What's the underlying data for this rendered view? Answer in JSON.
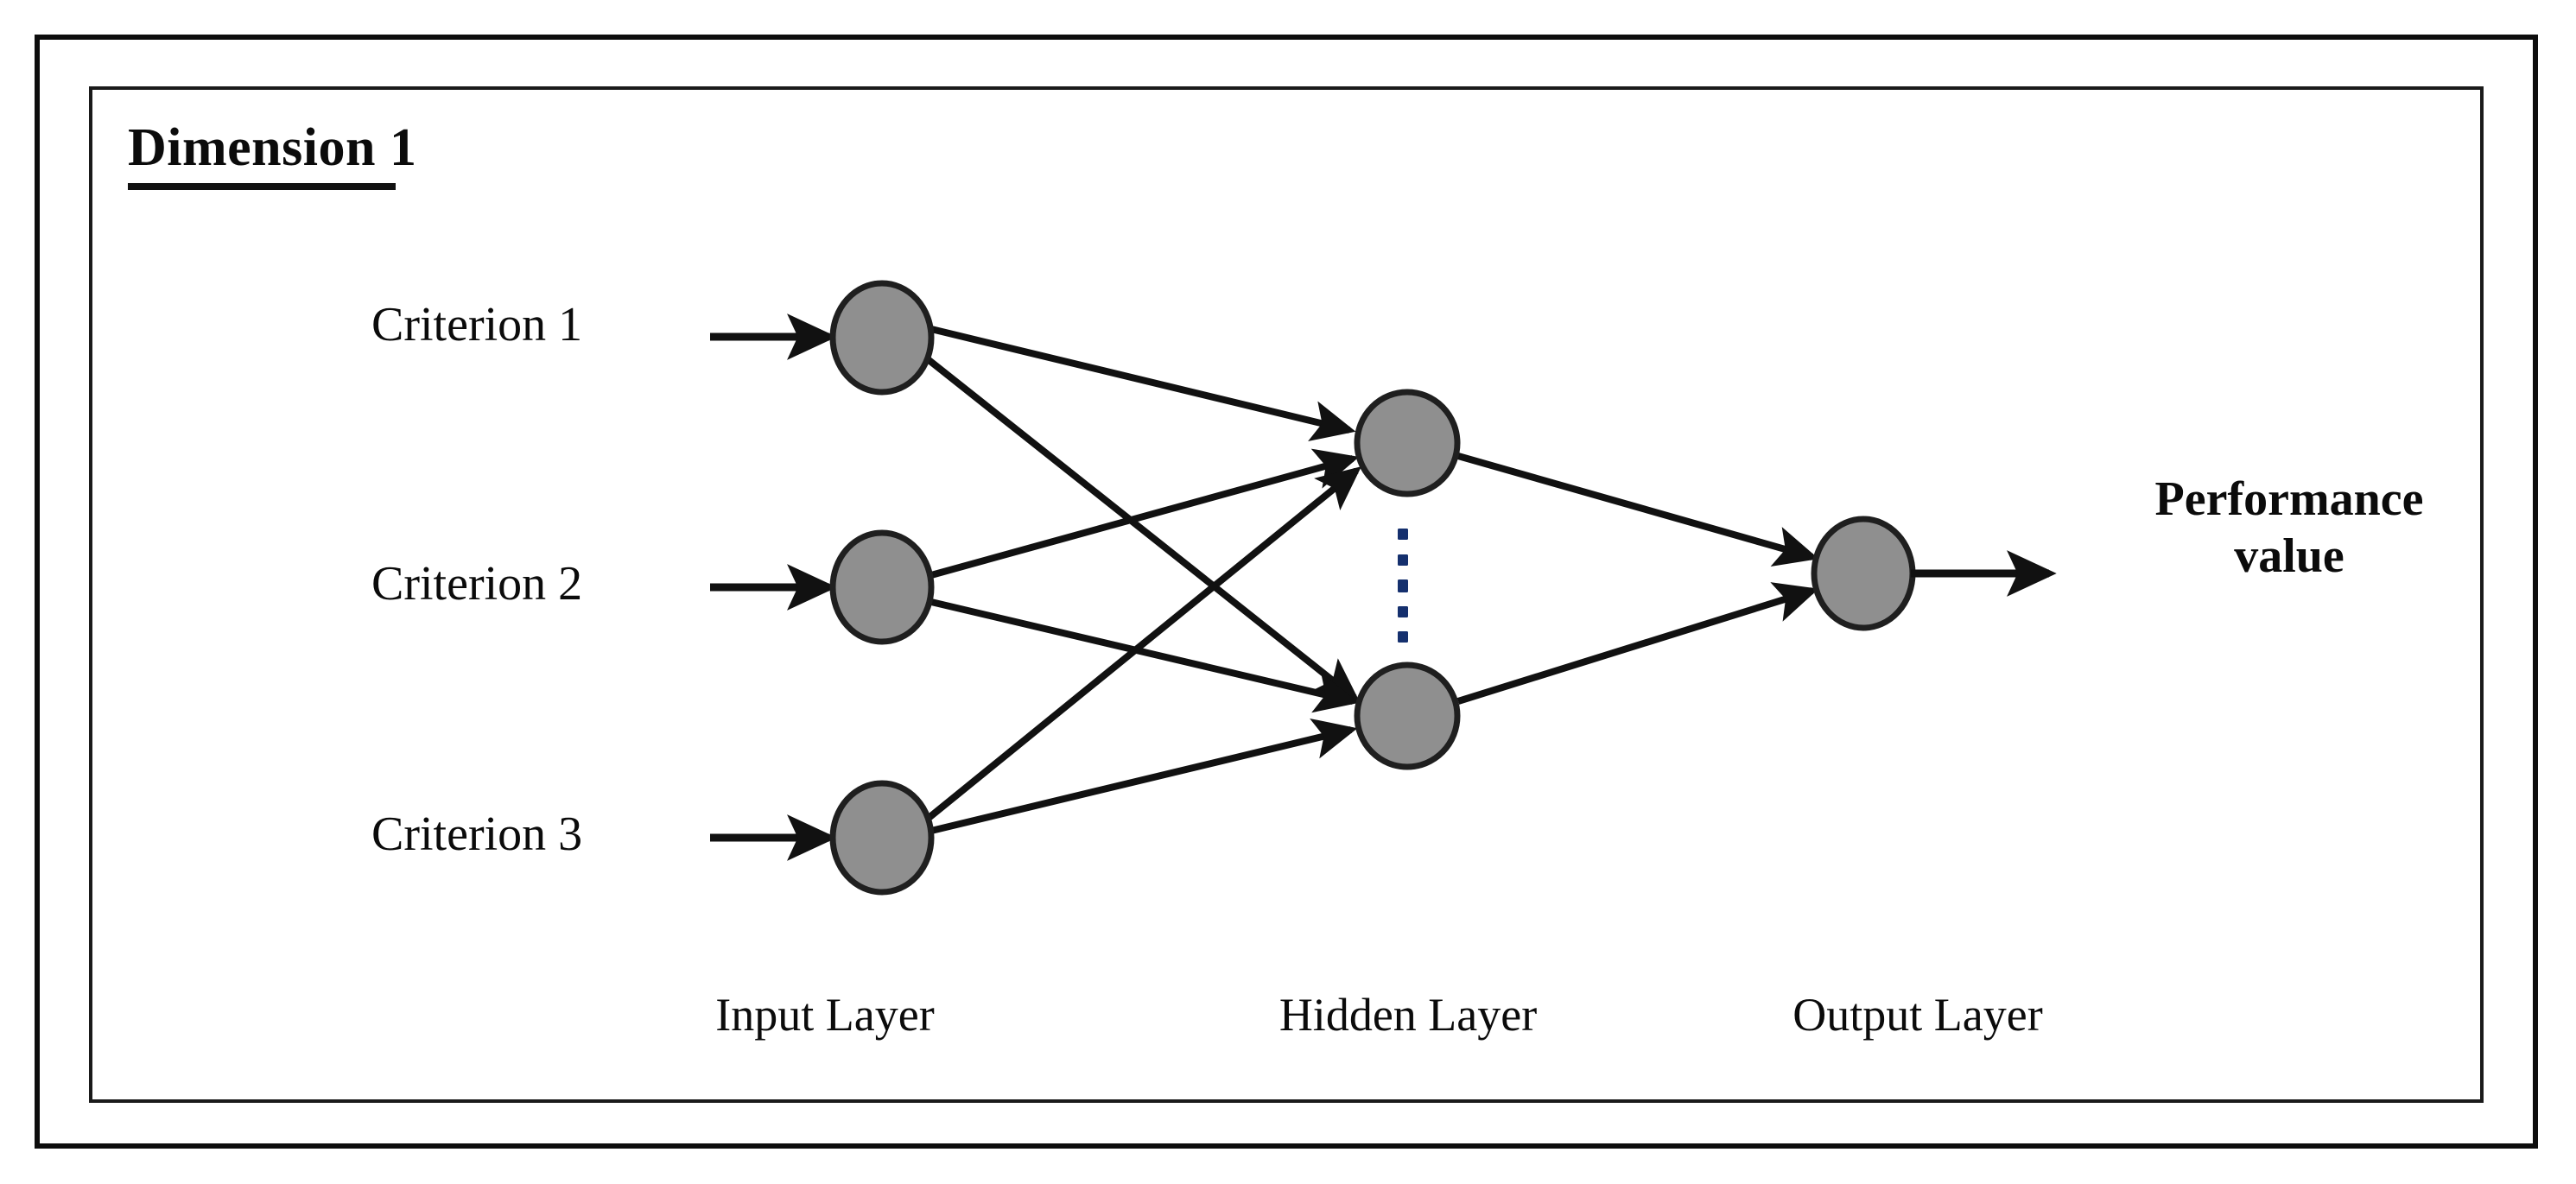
{
  "figure": {
    "title": "Dimension 1",
    "background_color": "#ffffff",
    "frame_color": "#111111",
    "node_fill_color": "#8f8f8f",
    "node_stroke_color": "#1f1f1f",
    "edge_color": "#111111"
  },
  "inputs": {
    "labels": [
      "Criterion 1",
      "Criterion 2",
      "Criterion 3"
    ]
  },
  "output": {
    "label_line1": "Performance",
    "label_line2": "value"
  },
  "layers": {
    "input": "Input Layer",
    "hidden": "Hidden Layer",
    "output": "Output Layer"
  },
  "hidden_continuation": {
    "glyph": "vertical-ellipsis",
    "dot_count": 5
  },
  "chart_data": {
    "type": "diagram",
    "title": "Dimension 1",
    "diagram_kind": "feedforward-neural-network",
    "layers": [
      {
        "name": "Input Layer",
        "node_count": 3,
        "node_labels": [
          "Criterion 1",
          "Criterion 2",
          "Criterion 3"
        ]
      },
      {
        "name": "Hidden Layer",
        "node_count": 2,
        "node_labels": [
          "",
          ""
        ],
        "note": "vertical ellipsis between nodes indicates additional hidden units"
      },
      {
        "name": "Output Layer",
        "node_count": 1,
        "node_labels": [
          "Performance value"
        ]
      }
    ],
    "edges": [
      {
        "from": "Criterion 1",
        "to": "hidden-1"
      },
      {
        "from": "Criterion 1",
        "to": "hidden-2"
      },
      {
        "from": "Criterion 2",
        "to": "hidden-1"
      },
      {
        "from": "Criterion 2",
        "to": "hidden-2"
      },
      {
        "from": "Criterion 3",
        "to": "hidden-1"
      },
      {
        "from": "Criterion 3",
        "to": "hidden-2"
      },
      {
        "from": "hidden-1",
        "to": "output-1"
      },
      {
        "from": "hidden-2",
        "to": "output-1"
      }
    ],
    "fully_connected": true
  }
}
